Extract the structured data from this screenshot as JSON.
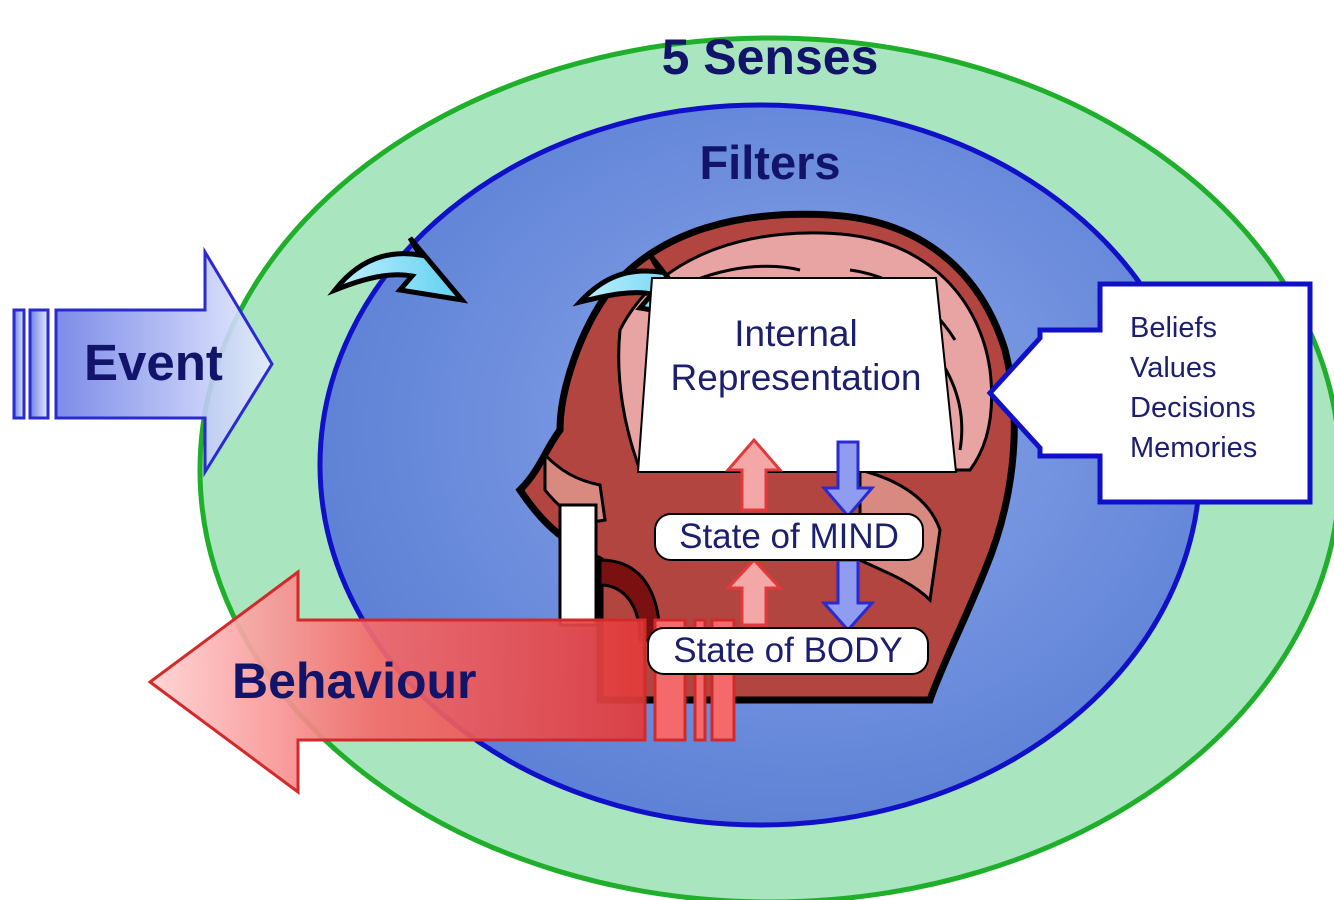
{
  "outer_ring": {
    "title": "5 Senses"
  },
  "inner_ring": {
    "title": "Filters"
  },
  "input_arrow": {
    "label": "Event"
  },
  "output_arrow": {
    "label": "Behaviour"
  },
  "internal_representation": {
    "line1": "Internal",
    "line2": "Representation"
  },
  "states": {
    "mind": "State of MIND",
    "body": "State of BODY"
  },
  "filters": {
    "items": [
      "Beliefs",
      "Values",
      "Decisions",
      "Memories"
    ]
  },
  "colors": {
    "outer_ring_fill": "#a9e6c0",
    "outer_ring_stroke": "#1faf2a",
    "inner_ring_fill": "#5b82d6",
    "inner_ring_stroke": "#1010c8",
    "label_text": "#12146a",
    "behaviour_arrow": "#ef5555",
    "event_arrow": "#8a96ea"
  }
}
